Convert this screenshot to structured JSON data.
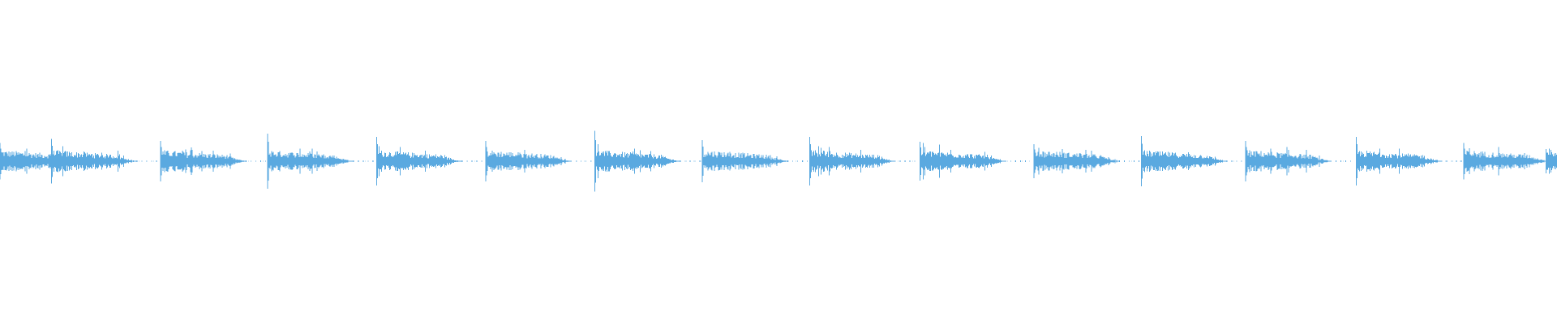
{
  "waveform": {
    "color": "#5aa9e0",
    "background": "#ffffff",
    "hits": [
      0.0,
      0.033,
      0.103,
      0.172,
      0.242,
      0.312,
      0.382,
      0.451,
      0.52,
      0.591,
      0.664,
      0.733,
      0.8,
      0.871,
      0.94,
      0.993
    ],
    "peak_levels": [
      0.45,
      0.55,
      0.5,
      0.68,
      0.6,
      0.5,
      0.75,
      0.52,
      0.6,
      0.48,
      0.42,
      0.62,
      0.5,
      0.6,
      0.45,
      0.3
    ],
    "body_level": 0.2
  }
}
